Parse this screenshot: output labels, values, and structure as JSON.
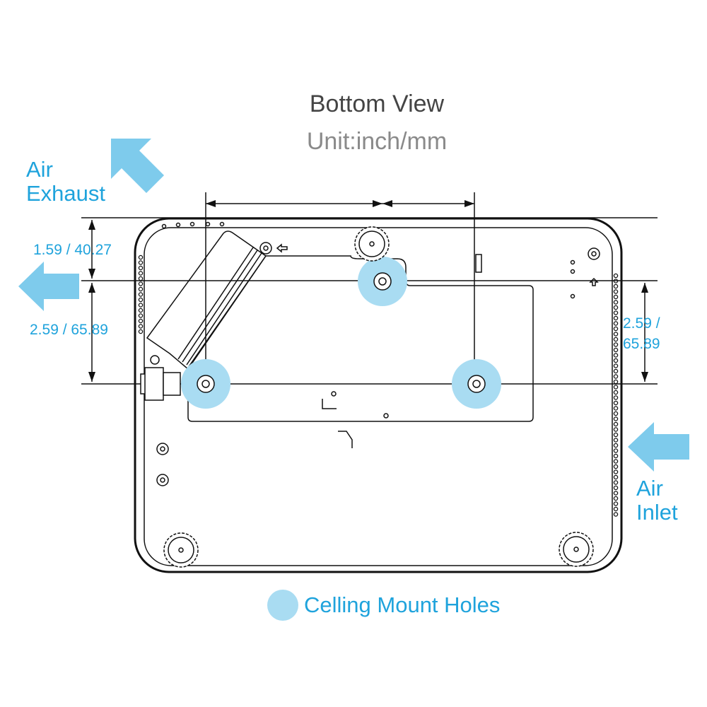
{
  "header": {
    "title": "Bottom View",
    "unit": "Unit:inch/mm"
  },
  "labels": {
    "air_exhaust_1": "Air",
    "air_exhaust_2": "Exhaust",
    "air_inlet_1": "Air",
    "air_inlet_2": "Inlet"
  },
  "dimensions": {
    "top_offset": "1.59 / 40.27",
    "left_spacing": "2.59 / 65.89",
    "right_spacing_1": "2.59 /",
    "right_spacing_2": "65.89"
  },
  "legend": {
    "label": "Celling Mount Holes"
  },
  "colors": {
    "accent": "#1fa3dc",
    "arrow": "#7ecbec",
    "hole_highlight": "#a9dcf2",
    "outline": "#111111"
  },
  "icons": [
    "exhaust-arrow-icon",
    "inlet-arrow-icon",
    "foot-icon",
    "mount-hole-icon"
  ]
}
